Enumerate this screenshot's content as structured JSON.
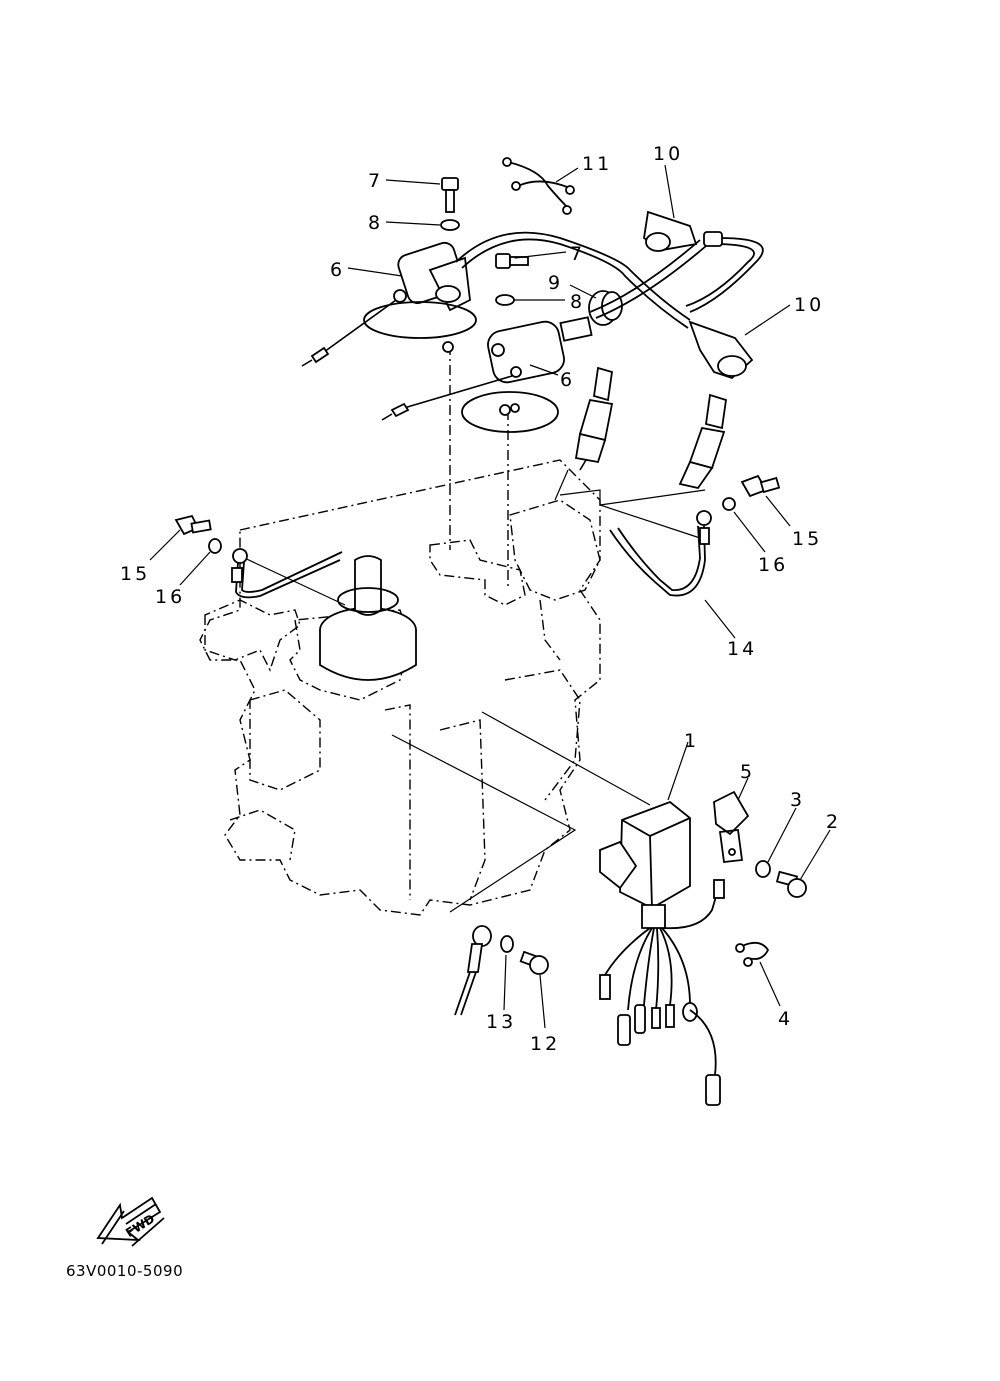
{
  "diagram": {
    "code": "63V0010-5090",
    "fwd_label": "FWD",
    "callouts": {
      "c1": "1",
      "c2": "2",
      "c3": "3",
      "c4": "4",
      "c5": "5",
      "c6a": "6",
      "c6b": "6",
      "c7a": "7",
      "c7b": "7",
      "c8a": "8",
      "c8b": "8",
      "c9": "9",
      "c10a": "10",
      "c10b": "10",
      "c11": "11",
      "c12": "12",
      "c13": "13",
      "c14": "14",
      "c15a": "15",
      "c15b": "15",
      "c16a": "16",
      "c16b": "16"
    }
  }
}
